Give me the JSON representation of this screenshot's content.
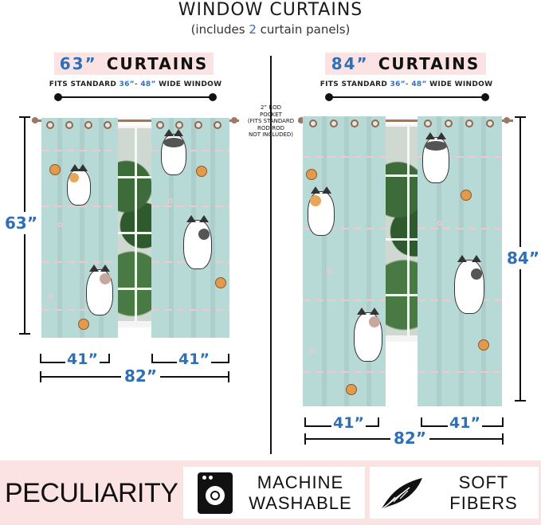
{
  "header": {
    "title": "WINDOW   CURTAINS",
    "subtitle_pre": "(includes ",
    "subtitle_num": "2",
    "subtitle_post": " curtain panels)"
  },
  "left": {
    "badge_num": "63”",
    "badge_word": "CURTAINS",
    "fits_pre": "FITS STANDARD ",
    "fits_range": "36”- 48”",
    "fits_post": " WIDE WINDOW",
    "height_label": "63”",
    "panel_width_1": "41”",
    "panel_width_2": "41”",
    "total_width": "82”"
  },
  "right": {
    "badge_num": "84”",
    "badge_word": "CURTAINS",
    "fits_pre": "FITS STANDARD ",
    "fits_range": "36”- 48”",
    "fits_post": " WIDE WINDOW",
    "height_label": "84”",
    "panel_width_1": "41”",
    "panel_width_2": "41”",
    "total_width": "82”"
  },
  "rod_note": {
    "line1": "2” ROD",
    "line2": "POCKET",
    "line3": "(FITS STANDARD",
    "line4": "ROD-ROD",
    "line5": "NOT INCLUDED)"
  },
  "footer": {
    "peculiarity": "PECULIARITY",
    "feature1_line1": "MACHINE",
    "feature1_line2": "WASHABLE",
    "feature1_icon": "washing-machine-icon",
    "feature2_line1": "SOFT",
    "feature2_line2": "FIBERS",
    "feature2_icon": "feather-icon"
  },
  "colors": {
    "accent_blue": "#2f6fb6",
    "badge_pink": "#fbe3e3",
    "curtain_mint": "#b7dad6"
  }
}
